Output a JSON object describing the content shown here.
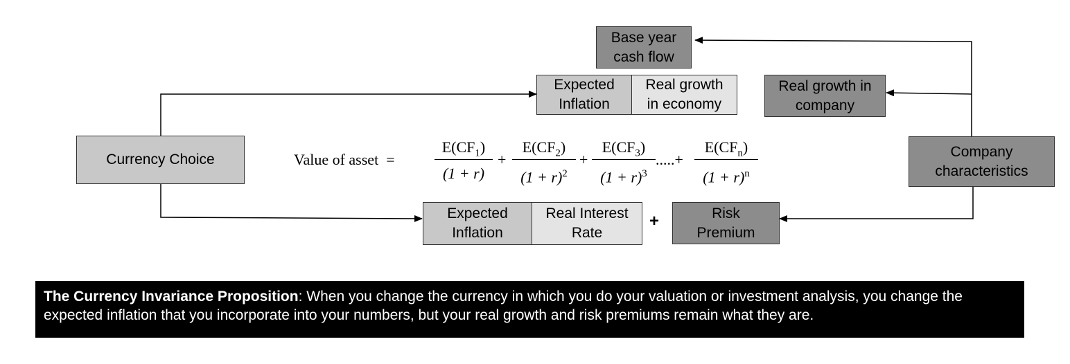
{
  "nodes": {
    "base_year": "Base year\ncash flow",
    "exp_infl_top": "Expected\nInflation",
    "real_growth_economy": "Real growth\nin economy",
    "real_growth_company": "Real growth in\ncompany",
    "currency_choice": "Currency Choice",
    "company_characteristics": "Company\ncharacteristics",
    "exp_infl_bottom": "Expected\nInflation",
    "real_interest_rate": "Real Interest\nRate",
    "plus": "+",
    "risk_premium": "Risk\nPremium"
  },
  "formula": {
    "lhs": "Value of asset",
    "equals": "=",
    "plus": "+",
    "dots": ".....",
    "terms": [
      {
        "num": "E(CF",
        "sub": "1",
        "close": ")",
        "den": "(1 + r)",
        "exp": ""
      },
      {
        "num": "E(CF",
        "sub": "2",
        "close": ")",
        "den": "(1 + r)",
        "exp": "2"
      },
      {
        "num": "E(CF",
        "sub": "3",
        "close": ")",
        "den": "(1 + r)",
        "exp": "3"
      },
      {
        "num": "E(CF",
        "sub": "n",
        "close": ")",
        "den": "(1 + r)",
        "exp": "n"
      }
    ]
  },
  "banner": {
    "title": "The Currency Invariance Proposition",
    "text": ": When you change the currency in which you do your valuation or investment analysis, you change the expected inflation that you incorporate into your numbers, but your real growth and risk premiums remain what they are."
  }
}
